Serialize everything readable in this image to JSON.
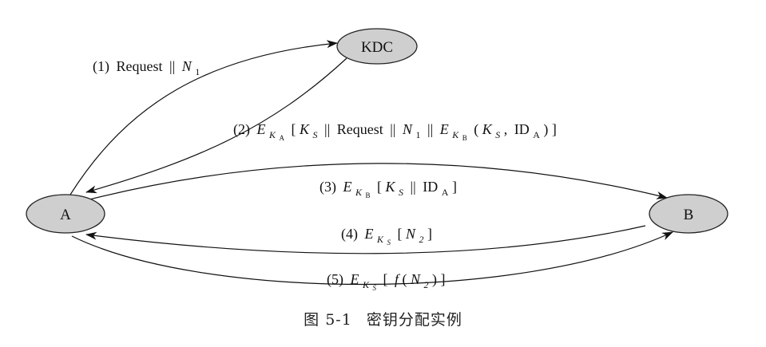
{
  "diagram": {
    "nodes": {
      "kdc": "KDC",
      "a": "A",
      "b": "B"
    },
    "edges": {
      "e1": {
        "num": "(1)",
        "word": "Request",
        "sep": "||",
        "n": "N",
        "sub": "1"
      },
      "e2": {
        "num": "(2)",
        "e": "E",
        "k": "K",
        "ka": "A",
        "lb": "[",
        "ks": "K",
        "s": "S",
        "sep": "||",
        "word": "Request",
        "n": "N",
        "n1": "1",
        "e2": "E",
        "k2": "K",
        "kb": "B",
        "lp": "(",
        "comma": ",",
        "id": "ID",
        "ida": "A",
        "rp": ")",
        "rb": "]"
      },
      "e3": {
        "num": "(3)",
        "e": "E",
        "k": "K",
        "kb": "B",
        "lb": "[",
        "ks": "K",
        "s": "S",
        "sep": "||",
        "id": "ID",
        "ida": "A",
        "rb": "]"
      },
      "e4": {
        "num": "(4)",
        "e": "E",
        "k": "K",
        "s": "S",
        "lb": "[",
        "n": "N",
        "n2": "2",
        "rb": "]"
      },
      "e5": {
        "num": "(5)",
        "e": "E",
        "k": "K",
        "s": "S",
        "lb": "[",
        "f": "f",
        "lp": "(",
        "n": "N",
        "n2": "2",
        "rp": ")",
        "rb": "]"
      }
    },
    "caption": {
      "figure": "图 5-1",
      "title": "密钥分配实例"
    }
  }
}
